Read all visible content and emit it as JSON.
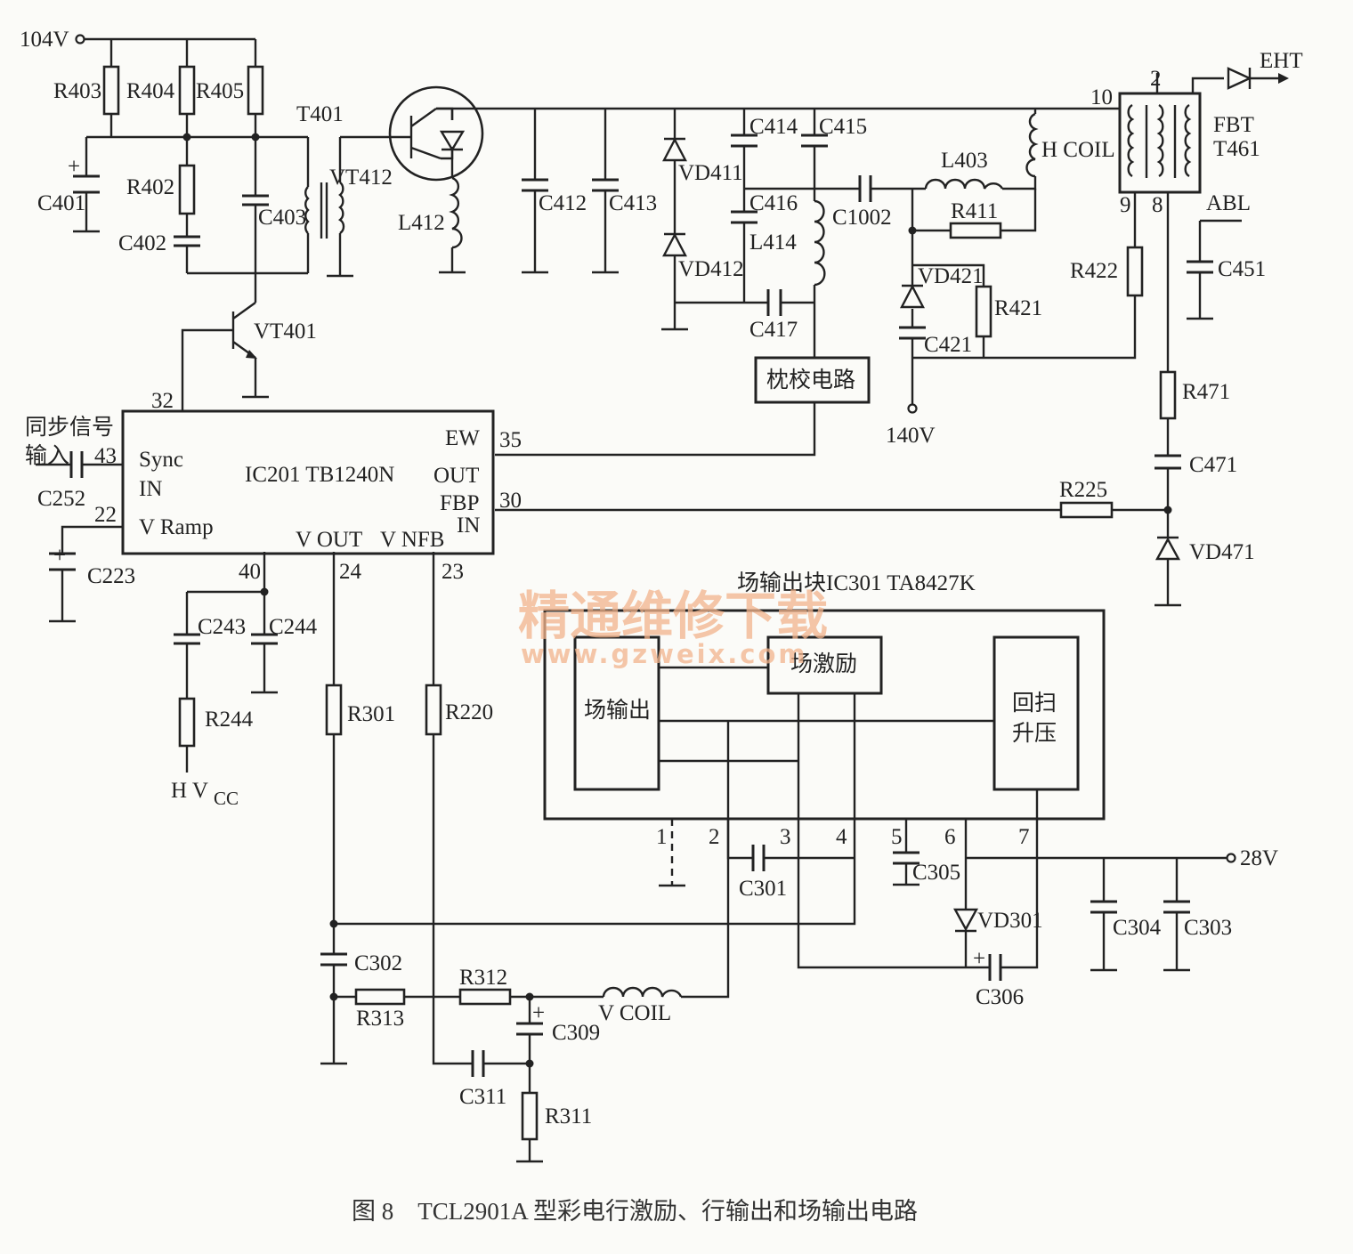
{
  "labels": {
    "v104": "104V",
    "r403": "R403",
    "r404": "R404",
    "r405": "R405",
    "t401": "T401",
    "c401": "C401",
    "r402": "R402",
    "c402": "C402",
    "c403": "C403",
    "vt412": "VT412",
    "l412": "L412",
    "c412": "C412",
    "c413": "C413",
    "vd411": "VD411",
    "vd412": "VD412",
    "c414": "C414",
    "c415": "C415",
    "c416": "C416",
    "l414": "L414",
    "c417": "C417",
    "c1002": "C1002",
    "l403": "L403",
    "hcoil": "H COIL",
    "r411": "R411",
    "vd421": "VD421",
    "r421": "R421",
    "c421": "C421",
    "v140": "140V",
    "pin10": "10",
    "pin2": "2",
    "pin9": "9",
    "pin8": "8",
    "eht": "EHT",
    "fbt": "FBT",
    "t461": "T461",
    "abl": "ABL",
    "r422": "R422",
    "c451": "C451",
    "r471": "R471",
    "c471": "C471",
    "r225": "R225",
    "vd471": "VD471",
    "vt401": "VT401",
    "pin32": "32",
    "pillow": "枕校电路",
    "sync1": "同步信号",
    "sync2": "输入",
    "pin43": "43",
    "c252": "C252",
    "pin22": "22",
    "c223": "C223",
    "sync_in1": "Sync",
    "sync_in2": "IN",
    "vramp": "V Ramp",
    "ic201": "IC201 TB1240N",
    "ew": "EW",
    "out": "OUT",
    "fbp": "FBP",
    "in": "IN",
    "pin35": "35",
    "pin30": "30",
    "vout": "V OUT",
    "vnfb": "V NFB",
    "pin40": "40",
    "pin24": "24",
    "pin23": "23",
    "c243": "C243",
    "c244": "C244",
    "r244": "R244",
    "hvcc": "H V",
    "hvcc_sub": "CC",
    "r301": "R301",
    "r220": "R220",
    "ic301_title": "场输出块IC301 TA8427K",
    "vout_block": "场输出",
    "vdrive_block": "场激励",
    "flyback1": "回扫",
    "flyback2": "升压",
    "p1": "1",
    "p2": "2",
    "p3": "3",
    "p4": "4",
    "p5": "5",
    "p6": "6",
    "p7": "7",
    "c301": "C301",
    "c305": "C305",
    "v28": "28V",
    "vd301": "VD301",
    "c304": "C304",
    "c303": "C303",
    "c306": "C306",
    "c302": "C302",
    "r312": "R312",
    "r313": "R313",
    "vcoil": "V COIL",
    "c309": "C309",
    "c311": "C311",
    "r311": "R311",
    "plus": "+"
  },
  "watermark": {
    "line1": "精通维修下载",
    "line2": "www.gzweix.com"
  },
  "caption": "图 8　TCL2901A 型彩电行激励、行输出和场输出电路"
}
